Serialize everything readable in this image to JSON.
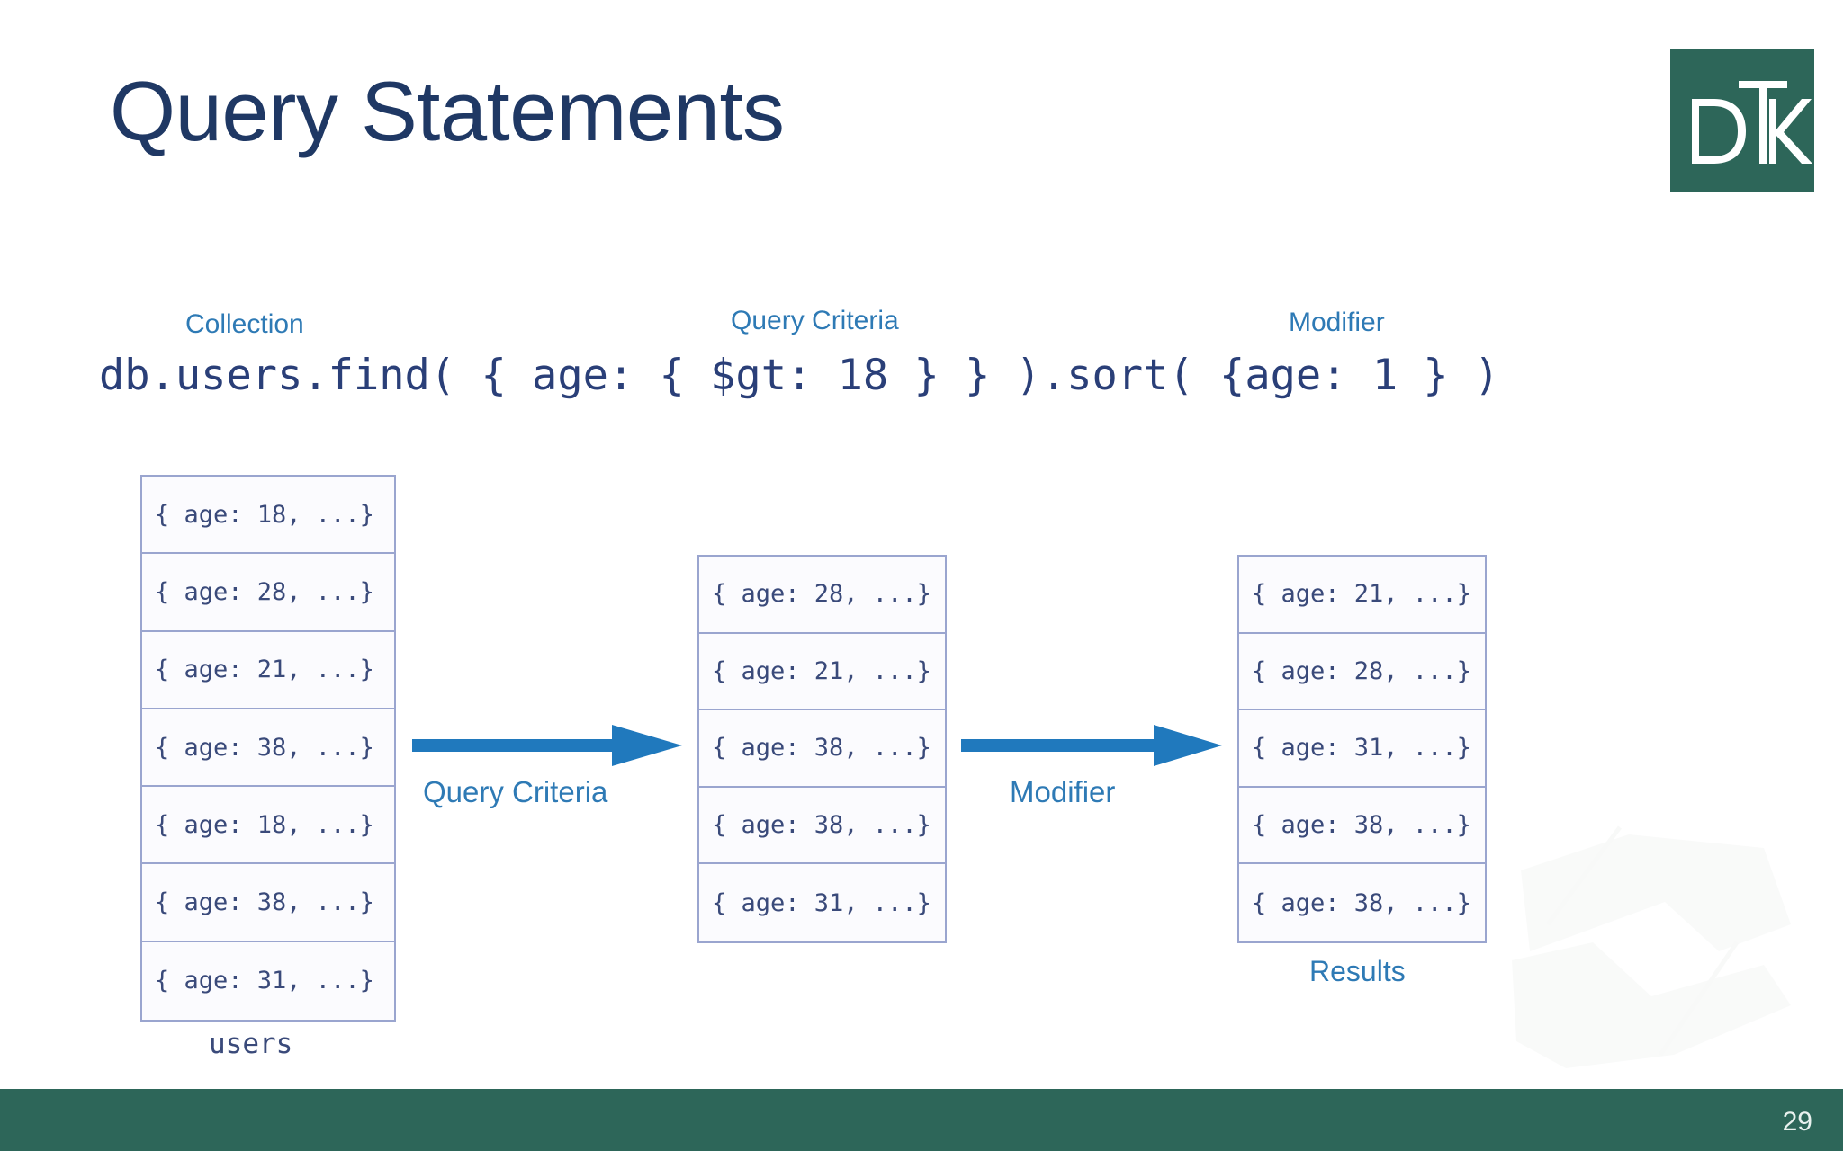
{
  "slide": {
    "title": "Query Statements",
    "page_number": "29",
    "accent_teal": "#2d6659",
    "title_navy": "#1f3864",
    "label_blue": "#2e7ab5",
    "code_navy": "#2a3f78",
    "table_border": "#9aa5cf",
    "arrow_blue": "#2079bd"
  },
  "logo": {
    "name": "dtk-logo",
    "letters": "DTK",
    "background": "#2d6659",
    "foreground": "#ffffff"
  },
  "query": {
    "statement": "db.users.find( { age: { $gt: 18 } } ).sort( {age: 1 } )",
    "callouts": {
      "collection": "Collection",
      "query_criteria": "Query Criteria",
      "modifier": "Modifier"
    }
  },
  "diagram": {
    "tables": [
      {
        "id": "users",
        "caption": "users",
        "caption_style": "mono",
        "rows": [
          "{ age: 18, ...}",
          "{ age: 28, ...}",
          "{ age: 21, ...}",
          "{ age: 38, ...}",
          "{ age: 18, ...}",
          "{ age: 38, ...}",
          "{ age: 31, ...}"
        ]
      },
      {
        "id": "filtered",
        "caption": "",
        "caption_style": "none",
        "rows": [
          "{ age: 28, ...}",
          "{ age: 21, ...}",
          "{ age: 38, ...}",
          "{ age: 38, ...}",
          "{ age: 31, ...}"
        ]
      },
      {
        "id": "results",
        "caption": "Results",
        "caption_style": "blue",
        "rows": [
          "{ age: 21, ...}",
          "{ age: 28, ...}",
          "{ age: 31, ...}",
          "{ age: 38, ...}",
          "{ age: 38, ...}"
        ]
      }
    ],
    "arrows": [
      {
        "id": "arrow-query-criteria",
        "label": "Query Criteria"
      },
      {
        "id": "arrow-modifier",
        "label": "Modifier"
      }
    ]
  }
}
